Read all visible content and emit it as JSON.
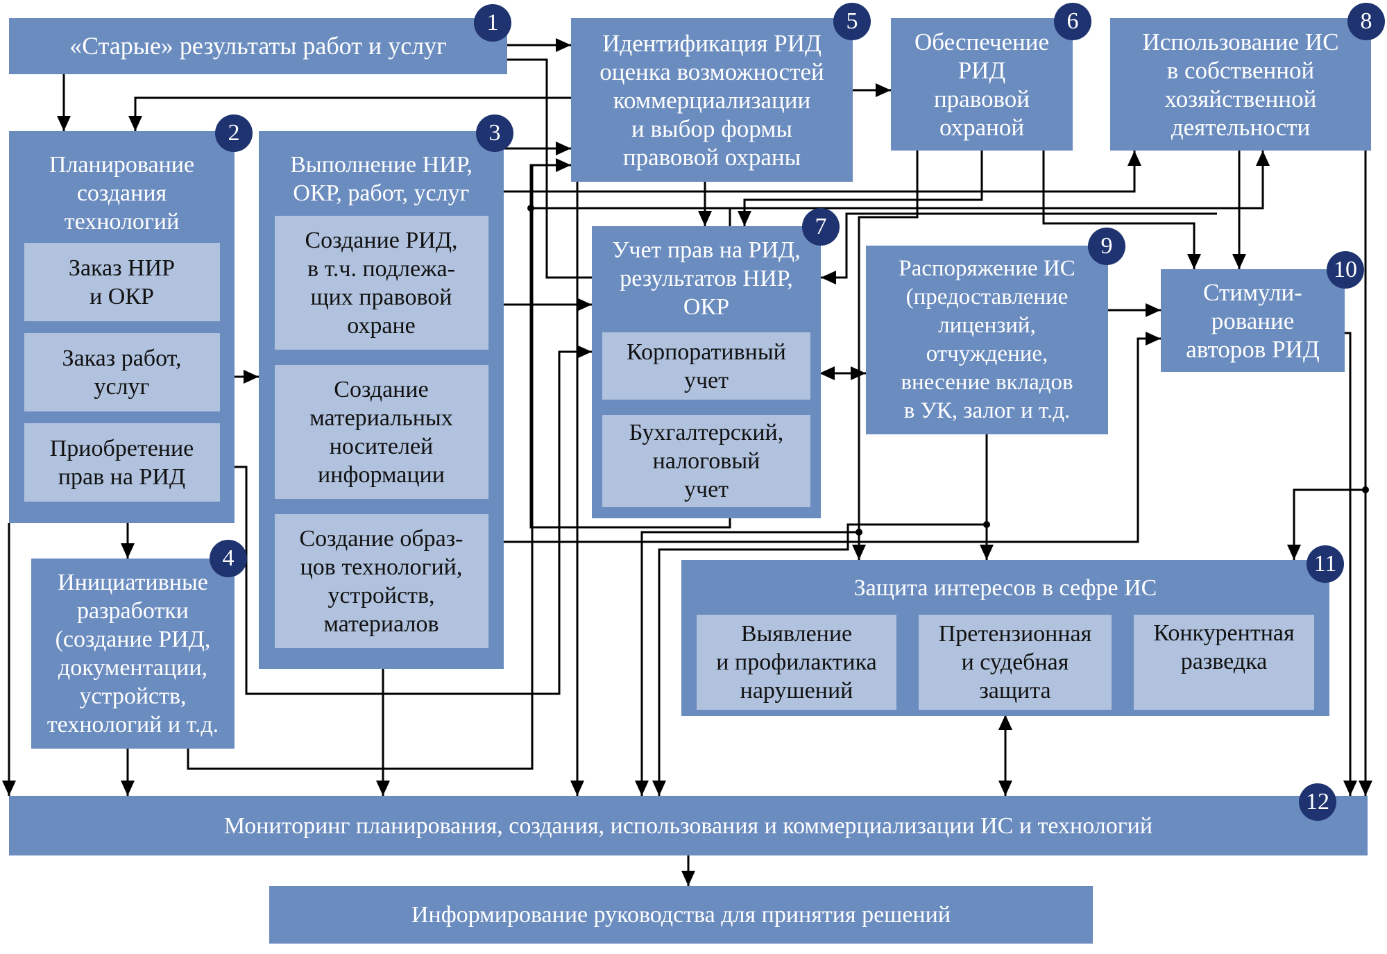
{
  "diagram": {
    "colors": {
      "box": "#6b8cbf",
      "sub_box": "#b1c2de",
      "badge": "#1e3370",
      "line": "#000000"
    },
    "blocks": [
      {
        "id": 1,
        "title": "«Старые» результаты работ и услуг"
      },
      {
        "id": 2,
        "title": "Планирование\nсоздания\nтехнологий",
        "items": [
          "Заказ НИР\nи ОКР",
          "Заказ работ,\nуслуг",
          "Приобретение\nправ на РИД"
        ]
      },
      {
        "id": 3,
        "title": "Выполнение НИР,\nОКР, работ, услуг",
        "items": [
          "Создание РИД,\nв т.ч. подлежа-\nщих правовой\nохране",
          "Создание\nматериальных\nносителей\nинформации",
          "Создание образ-\nцов технологий,\nустройств,\nматериалов"
        ]
      },
      {
        "id": 4,
        "title": "Инициативные\nразработки\n(создание РИД,\nдокументации,\nустройств,\nтехнологий и т.д."
      },
      {
        "id": 5,
        "title": "Идентификация РИД\nоценка возможностей\nкоммерциализации\nи выбор формы\nправовой охраны"
      },
      {
        "id": 6,
        "title": "Обеспечение\nРИД\nправовой\nохраной"
      },
      {
        "id": 7,
        "title": "Учет прав на РИД,\nрезультатов НИР,\nОКР",
        "items": [
          "Корпоративный\nучет",
          "Бухгалтерский,\nналоговый\nучет"
        ]
      },
      {
        "id": 8,
        "title": "Использование ИС\nв собственной\nхозяйственной\nдеятельности"
      },
      {
        "id": 9,
        "title": "Распоряжение ИС\n(предоставление\nлицензий,\nотчуждение,\nвнесение вкладов\nв УК, залог и т.д."
      },
      {
        "id": 10,
        "title": "Стимули-\nрование\nавторов РИД"
      },
      {
        "id": 11,
        "title": "Защита интересов в сефре ИС",
        "items": [
          "Выявление\nи профилактика\nнарушений",
          "Претензионная\nи судебная\nзащита",
          "Конкурентная\nразведка"
        ]
      },
      {
        "id": 12,
        "title": "Мониторинг планирования, создания, использования и коммерциализации ИС и технологий"
      },
      {
        "id": 13,
        "title": "Информирование руководства для принятия решений"
      }
    ],
    "badges": [
      "1",
      "2",
      "3",
      "4",
      "5",
      "6",
      "7",
      "8",
      "9",
      "10",
      "11",
      "12"
    ]
  }
}
